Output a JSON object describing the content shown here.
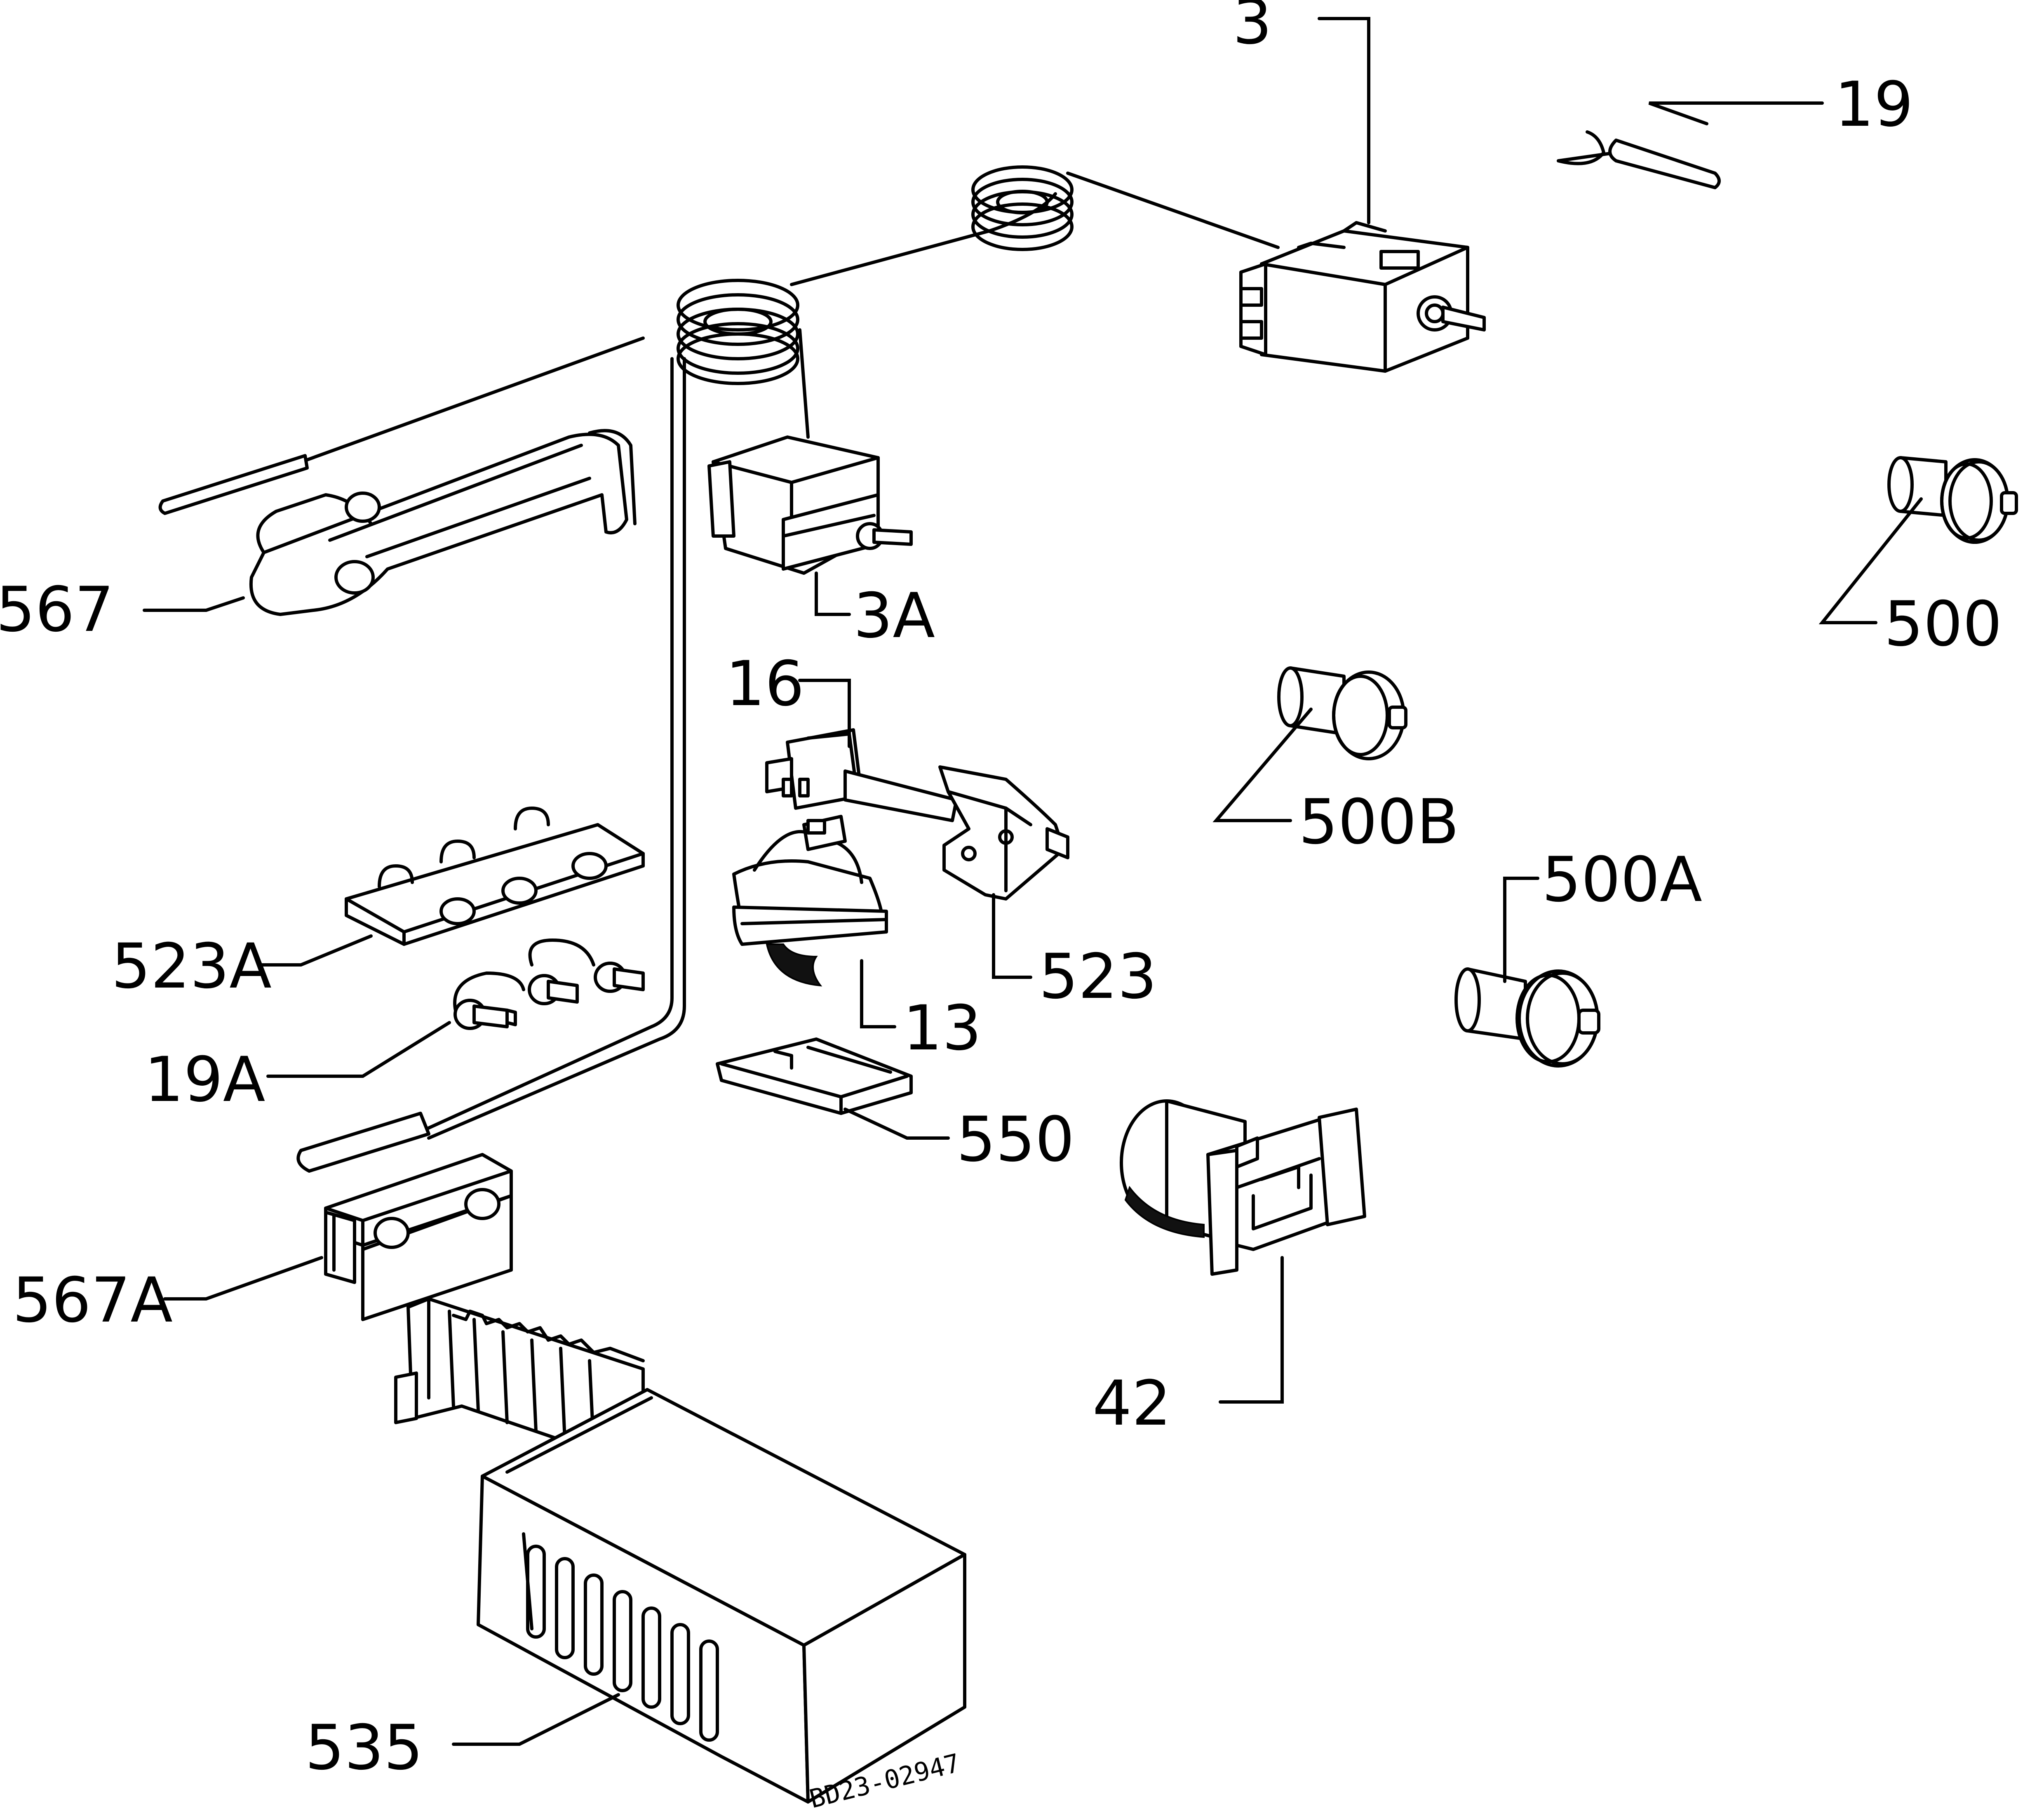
{
  "labels": {
    "p3": "3",
    "p19": "19",
    "p567": "567",
    "p3A": "3A",
    "p500": "500",
    "p16": "16",
    "p500B": "500B",
    "p500A": "500A",
    "p523A": "523A",
    "p523": "523",
    "p13": "13",
    "p19A": "19A",
    "p550": "550",
    "p567A": "567A",
    "p42": "42",
    "p535": "535"
  },
  "drawing_code": "BD23-02947"
}
